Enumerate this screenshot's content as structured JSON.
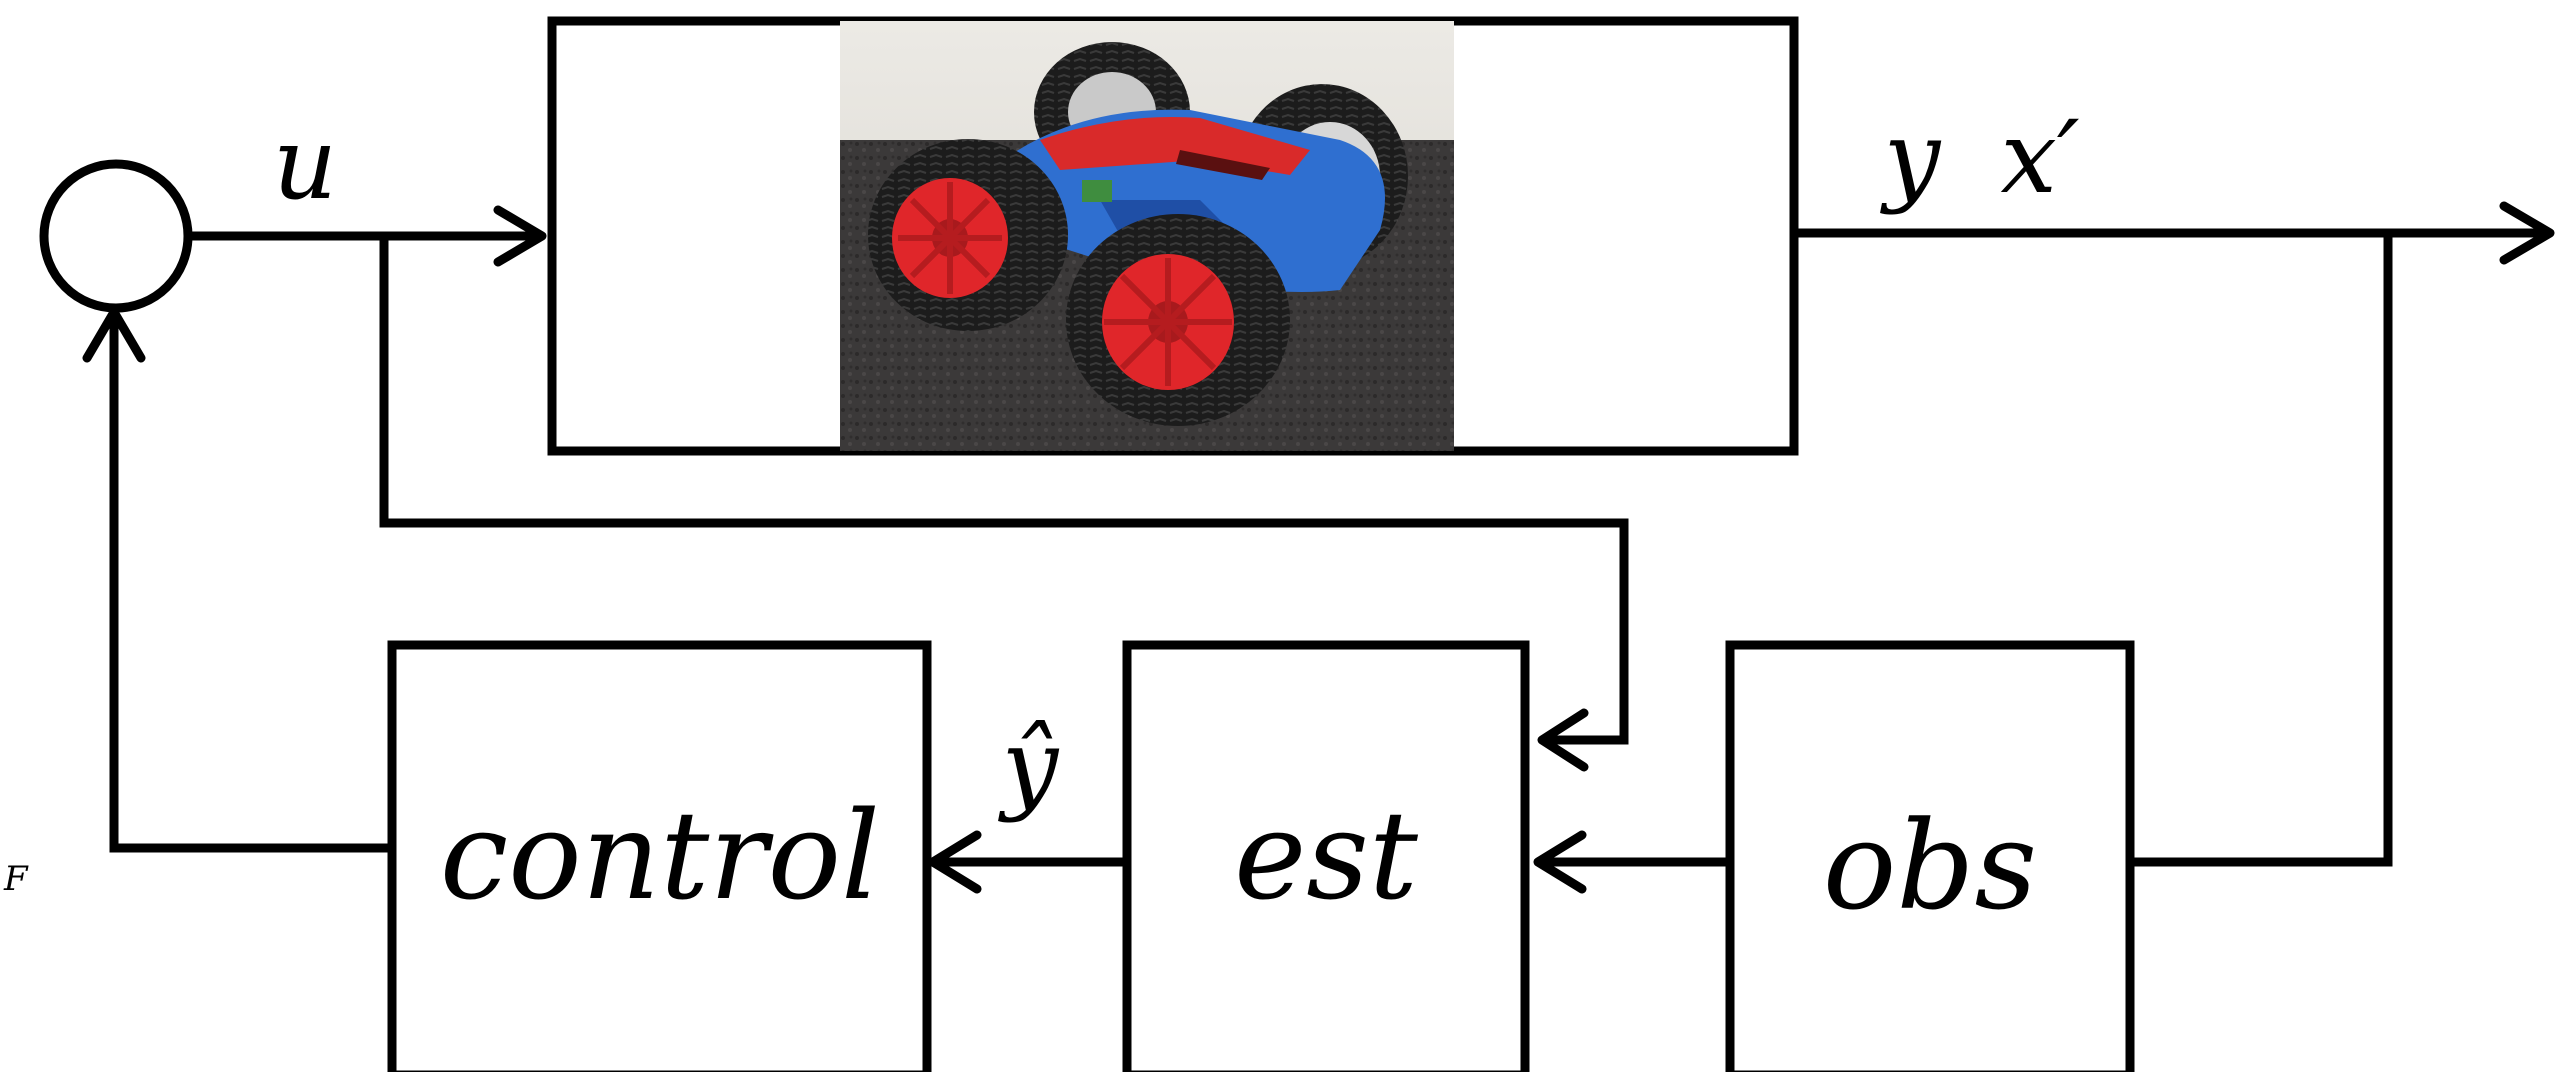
{
  "diagram": {
    "signals": {
      "u": "u",
      "y": "y",
      "x_prime": "x′",
      "y_hat": "ŷ"
    },
    "blocks": {
      "plant": {
        "content": "photo of a blue RC stunt car with four black tires and red hubs"
      },
      "control": "control",
      "est": "est",
      "obs": "obs"
    },
    "stray_mark": "F",
    "colors": {
      "line": "#000000",
      "car_body": "#2f6fd0",
      "car_accent": "#d92a2a",
      "tire": "#1e1e1e",
      "hub": "#e0262a",
      "carpet": "#3a3838",
      "wall": "#e4e2dc"
    }
  }
}
